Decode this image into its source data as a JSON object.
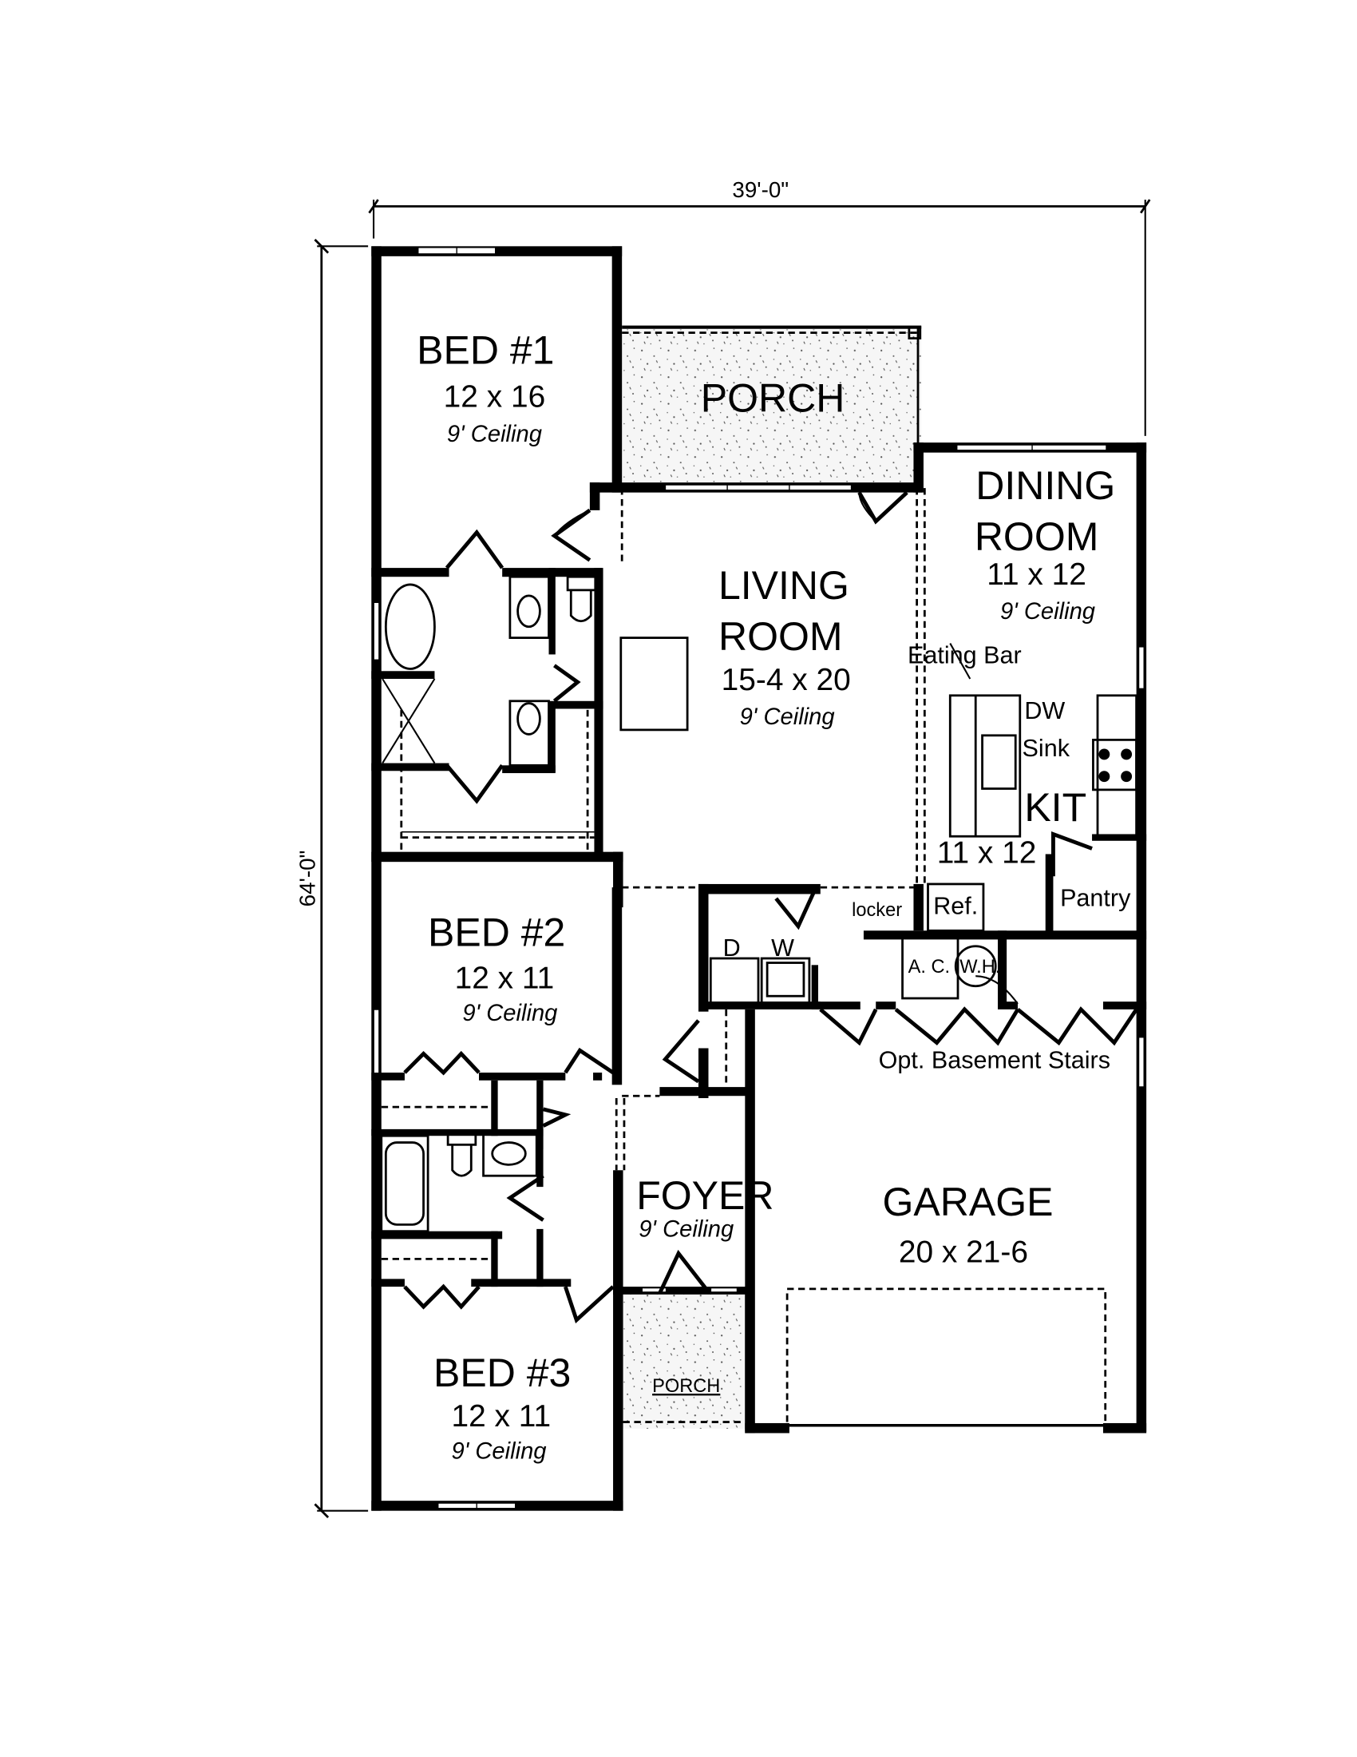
{
  "dimensions": {
    "overall_width": "39'-0\"",
    "overall_depth": "64'-0\""
  },
  "rooms": {
    "bed1": {
      "name": "BED #1",
      "size": "12 x 16",
      "ceiling": "9' Ceiling"
    },
    "porch_rear": {
      "name": "PORCH"
    },
    "dining": {
      "name_line1": "DINING",
      "name_line2": "ROOM",
      "size": "11 x 12",
      "ceiling": "9' Ceiling"
    },
    "living": {
      "name_line1": "LIVING",
      "name_line2": "ROOM",
      "size": "15-4 x 20",
      "ceiling": "9' Ceiling"
    },
    "kitchen": {
      "name": "KIT",
      "size": "11 x 12"
    },
    "bed2": {
      "name": "BED #2",
      "size": "12 x 11",
      "ceiling": "9' Ceiling"
    },
    "foyer": {
      "name": "FOYER",
      "ceiling": "9' Ceiling"
    },
    "garage": {
      "name": "GARAGE",
      "size": "20 x 21-6"
    },
    "bed3": {
      "name": "BED #3",
      "size": "12 x 11",
      "ceiling": "9' Ceiling"
    },
    "porch_front": {
      "name": "PORCH"
    }
  },
  "fixtures": {
    "eating_bar": "Eating Bar",
    "dishwasher": "DW",
    "sink": "Sink",
    "pantry": "Pantry",
    "refrigerator": "Ref.",
    "locker": "locker",
    "dryer": "D",
    "washer": "W",
    "ac": "A. C.",
    "water_heater": "W.H.",
    "basement_stairs": "Opt. Basement Stairs"
  }
}
